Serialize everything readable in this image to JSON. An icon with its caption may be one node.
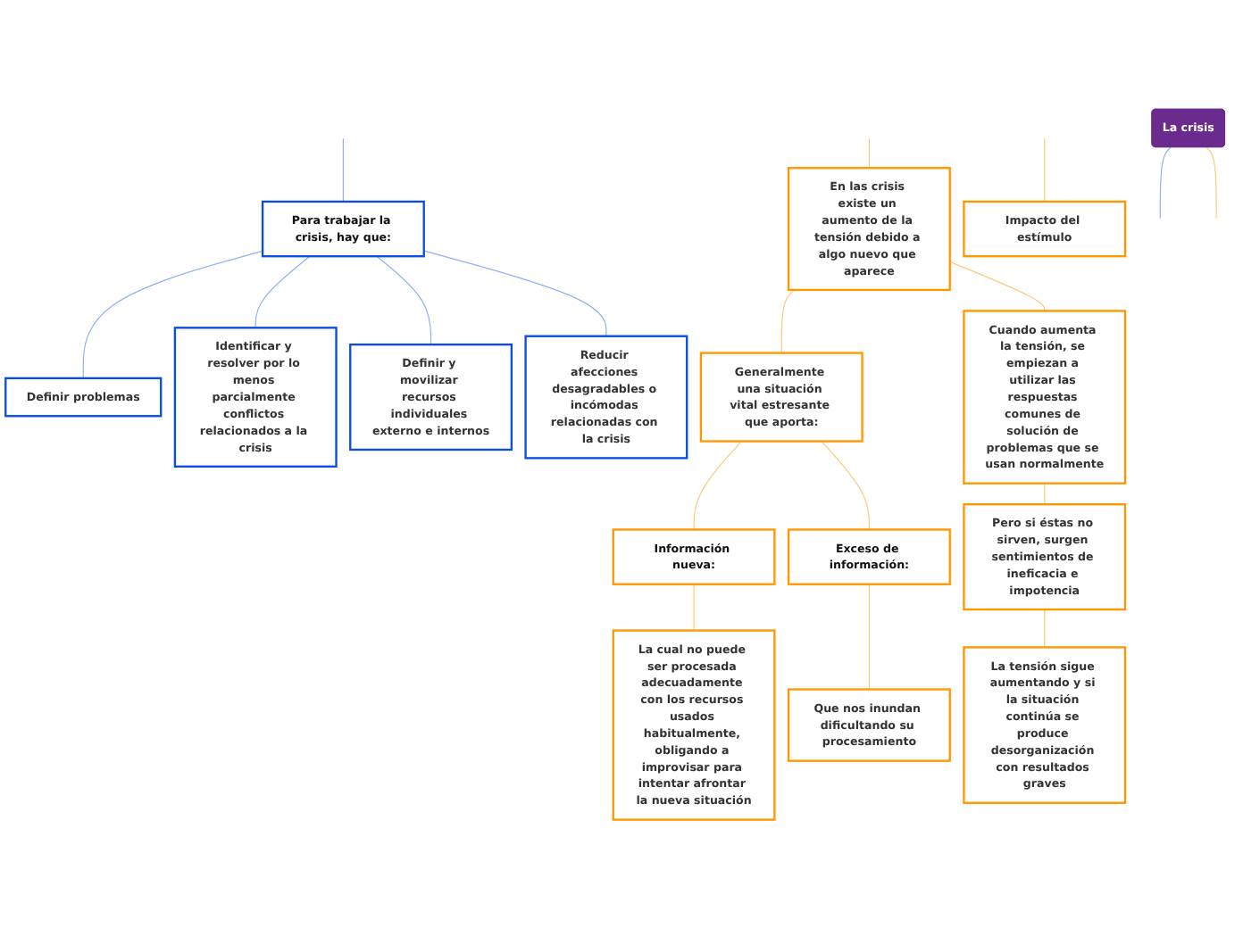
{
  "diagram": {
    "nodes": [
      {
        "text": [
          "La crisis"
        ]
      },
      {
        "text": [
          "Para trabajar la crisis, hay que:"
        ]
      },
      {
        "text": [
          "Definir problemas"
        ]
      },
      {
        "text": [
          "Identificar y resolver por lo menos parcialmente conflictos relacionados a la crisis"
        ]
      },
      {
        "text": [
          "Definir y movilizar recursos individuales externo e internos"
        ]
      },
      {
        "text": [
          "Reducir afecciones desagradables o incómodas relacionadas con la crisis"
        ]
      },
      {
        "text": [
          "En las crisis existe un aumento de la tensión debido a algo nuevo que aparece"
        ]
      },
      {
        "text": [
          "Generalmente una situación vital estresante que aporta:"
        ]
      },
      {
        "text": [
          "Cuando aumenta la tensión, se empiezan a utilizar las respuestas comunes de solución de problemas que se usan normalmente"
        ]
      },
      {
        "text": [
          "Información nueva:"
        ]
      },
      {
        "text": [
          "Exceso de información:"
        ]
      },
      {
        "text": [
          "La cual no puede ser procesada adecuadamente con los recursos usados habitualmente, obligando a improvisar para intentar afrontar la nueva situación"
        ]
      },
      {
        "text": [
          "Que nos inundan dificultando su procesamiento"
        ]
      },
      {
        "text": [
          "Pero si éstas no sirven, surgen sentimientos de ineficacia e impotencia"
        ]
      },
      {
        "text": [
          "La tensión sigue aumentando y si la situación continúa se produce desorganización con resultados graves"
        ]
      },
      {
        "text": [
          "Impacto del estímulo"
        ]
      }
    ],
    "edges": [
      {
        "from": 0,
        "to": null,
        "arrow": "none",
        "color": "#8fb0f5"
      },
      {
        "from": 0,
        "to": null,
        "arrow": "none"
      },
      {
        "from": null,
        "to": 1,
        "arrow": "none",
        "color": "#8fb0f5"
      },
      {
        "from": 1,
        "to": 2,
        "arrow": "none",
        "color": "#8fb0f5"
      },
      {
        "from": 1,
        "to": 3,
        "arrow": "none",
        "color": "#8fb0f5"
      },
      {
        "from": 1,
        "to": 4,
        "arrow": "none",
        "color": "#8fb0f5"
      },
      {
        "from": 1,
        "to": 5,
        "arrow": "none",
        "color": "#8fb0f5"
      },
      {
        "from": null,
        "to": 6,
        "arrow": "none"
      },
      {
        "from": 6,
        "to": 7,
        "arrow": "none"
      },
      {
        "from": 6,
        "to": 8,
        "arrow": "none"
      },
      {
        "from": 7,
        "to": 9,
        "arrow": "none"
      },
      {
        "from": 7,
        "to": 10,
        "arrow": "none"
      },
      {
        "from": 9,
        "to": 11,
        "arrow": "none"
      },
      {
        "from": 10,
        "to": 12,
        "arrow": "none"
      },
      {
        "from": 8,
        "to": 13,
        "arrow": "none"
      },
      {
        "from": 13,
        "to": 14,
        "arrow": "none"
      },
      {
        "from": null,
        "to": 15,
        "arrow": "none"
      }
    ]
  }
}
